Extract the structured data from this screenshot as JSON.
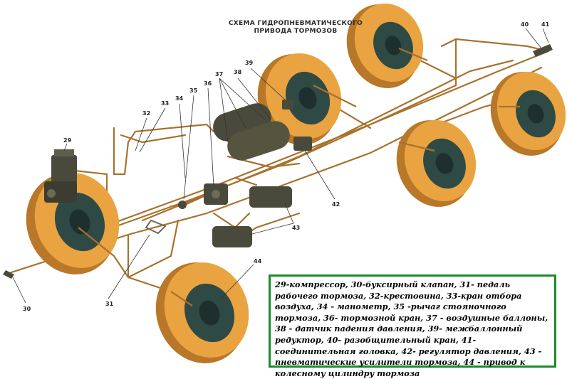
{
  "title": {
    "line1": "СХЕМА ГИДРОПНЕВМАТИЧЕСКОГО",
    "line2": "ПРИВОДА ТОРМОЗОВ"
  },
  "callouts": {
    "c29": "29",
    "c30": "30",
    "c31": "31",
    "c32": "32",
    "c33": "33",
    "c34": "34",
    "c35": "35",
    "c36": "36",
    "c37": "37",
    "c38": "38",
    "c39": "39",
    "c40": "40",
    "c41": "41",
    "c42": "42",
    "c43": "43",
    "c44": "44"
  },
  "legend": {
    "text": "29-компрессор, 30-буксирный клапан, 31- педаль рабочего тормоза, 32-крестовина, 33-кран отбора воздуха, 34 - манометр, 35 -рычаг стояночного тормоза, 36- тормозной кран, 37 - воздушные баллоны, 38 - датчик падения давления, 39- межбаллонный редуктор, 40- разобщительный кран, 41- соединительная головка, 42- регулятор давления, 43 - пневматические усилители тормоза, 44 - привод к колесному цилиндру тормоза"
  },
  "colors": {
    "tire": "#e9a441",
    "tire_dark": "#b9772a",
    "hub": "#2f4a45",
    "pipe": "#a8722c",
    "unit": "#4a4a3c",
    "legend_border": "#1c8a2b"
  }
}
